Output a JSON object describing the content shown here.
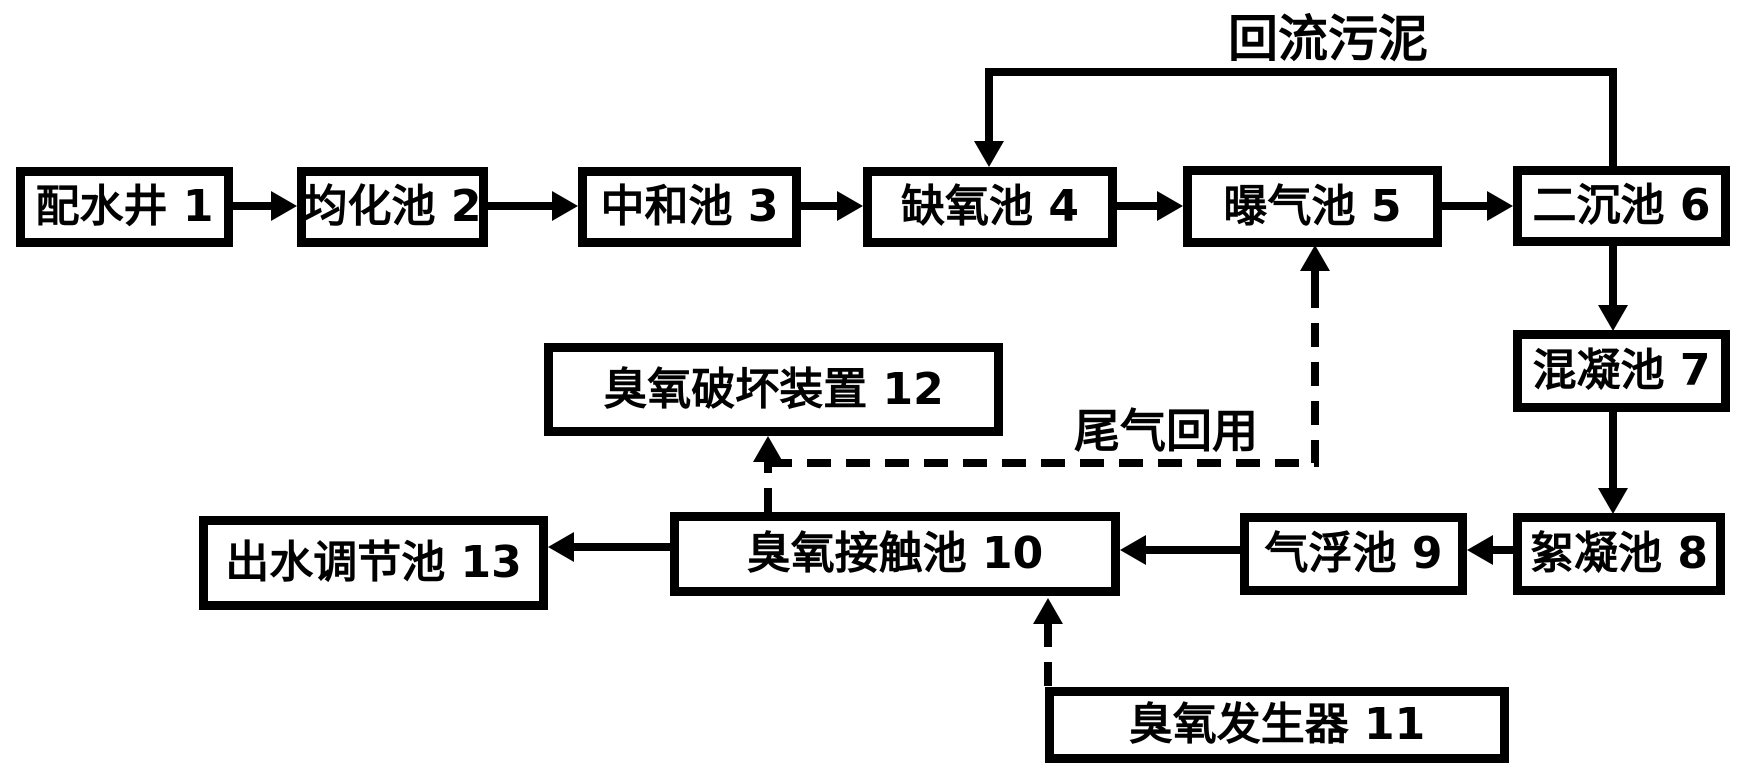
{
  "colors": {
    "background": "#ffffff",
    "line": "#000000",
    "box_border": "#000000",
    "box_fill": "#ffffff",
    "text": "#000000"
  },
  "nodes": [
    {
      "id": "1",
      "label": "配水井 1"
    },
    {
      "id": "2",
      "label": "均化池 2"
    },
    {
      "id": "3",
      "label": "中和池 3"
    },
    {
      "id": "4",
      "label": "缺氧池 4"
    },
    {
      "id": "5",
      "label": "曝气池 5"
    },
    {
      "id": "6",
      "label": "二沉池 6"
    },
    {
      "id": "7",
      "label": "混凝池 7"
    },
    {
      "id": "8",
      "label": "絮凝池 8"
    },
    {
      "id": "9",
      "label": "气浮池 9"
    },
    {
      "id": "10",
      "label": "臭氧接触池 10"
    },
    {
      "id": "11",
      "label": "臭氧发生器 11"
    },
    {
      "id": "12",
      "label": "臭氧破坏装置 12"
    },
    {
      "id": "13",
      "label": "出水调节池 13"
    }
  ],
  "flow_labels": {
    "return_sludge": "回流污泥",
    "tail_gas_reuse": "尾气回用"
  },
  "edges": [
    {
      "from": "1",
      "to": "2",
      "style": "solid"
    },
    {
      "from": "2",
      "to": "3",
      "style": "solid"
    },
    {
      "from": "3",
      "to": "4",
      "style": "solid"
    },
    {
      "from": "4",
      "to": "5",
      "style": "solid"
    },
    {
      "from": "5",
      "to": "6",
      "style": "solid"
    },
    {
      "from": "6",
      "to": "4",
      "style": "solid",
      "label": "回流污泥"
    },
    {
      "from": "6",
      "to": "7",
      "style": "solid"
    },
    {
      "from": "7",
      "to": "8",
      "style": "solid"
    },
    {
      "from": "8",
      "to": "9",
      "style": "solid"
    },
    {
      "from": "9",
      "to": "10",
      "style": "solid"
    },
    {
      "from": "10",
      "to": "13",
      "style": "solid"
    },
    {
      "from": "10",
      "to": "12",
      "style": "dashed"
    },
    {
      "from": "10",
      "to": "5",
      "style": "dashed",
      "label": "尾气回用"
    },
    {
      "from": "11",
      "to": "10",
      "style": "dashed"
    }
  ]
}
